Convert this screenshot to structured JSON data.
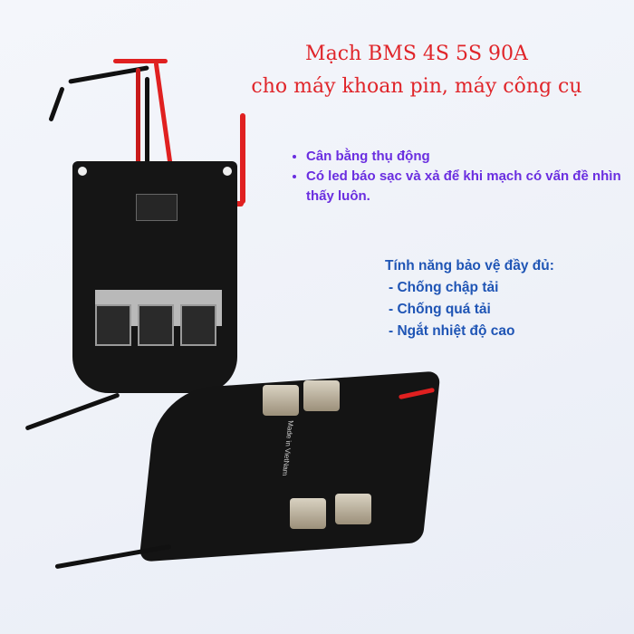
{
  "title": {
    "line1": "Mạch BMS 4S 5S 90A",
    "line2": "cho máy khoan pin, máy công cụ"
  },
  "bullets": [
    "Cân bằng thụ động",
    "Có led báo sạc và xả để khi mạch có vấn đề nhìn thấy luôn."
  ],
  "features": {
    "heading": "Tính năng bảo vệ đầy đủ:",
    "items": [
      "- Chống chập tải",
      "- Chống quá tải",
      "- Ngắt nhiệt độ cao"
    ]
  },
  "board_marking": "Made in VietNam",
  "colors": {
    "title": "#e0252a",
    "bullets": "#6a2ee0",
    "features": "#1f55b5"
  }
}
